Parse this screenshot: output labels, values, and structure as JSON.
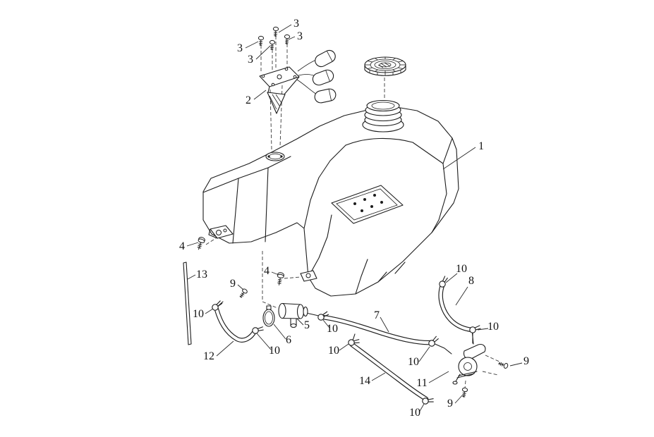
{
  "diagram": {
    "background_color": "#ffffff",
    "line_color": "#1c1c1c",
    "label_color": "#111111",
    "parts_shown": [
      "1",
      "2",
      "3",
      "4",
      "5",
      "6",
      "7",
      "8",
      "9",
      "10",
      "11",
      "12",
      "13",
      "14"
    ],
    "callouts": [
      {
        "text": "3"
      },
      {
        "text": "3"
      },
      {
        "text": "3"
      },
      {
        "text": "3"
      },
      {
        "text": "2"
      },
      {
        "text": "1"
      },
      {
        "text": "4"
      },
      {
        "text": "13"
      },
      {
        "text": "9"
      },
      {
        "text": "4"
      },
      {
        "text": "10"
      },
      {
        "text": "10"
      },
      {
        "text": "12"
      },
      {
        "text": "5"
      },
      {
        "text": "6"
      },
      {
        "text": "10"
      },
      {
        "text": "7"
      },
      {
        "text": "10"
      },
      {
        "text": "14"
      },
      {
        "text": "10"
      },
      {
        "text": "11"
      },
      {
        "text": "10"
      },
      {
        "text": "9"
      },
      {
        "text": "10"
      },
      {
        "text": "8"
      },
      {
        "text": "10"
      },
      {
        "text": "9"
      }
    ]
  }
}
